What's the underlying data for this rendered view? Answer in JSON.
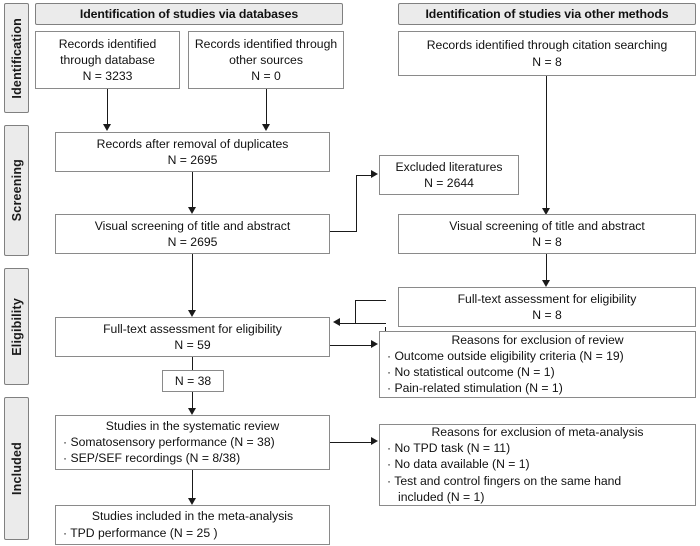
{
  "diagram": {
    "title": "PRISMA study selection flow diagram",
    "colors": {
      "stage_fill": "#ebebeb",
      "stage_border": "#808080",
      "box_border": "#8a8a8a",
      "text": "#111111",
      "connector": "#1a1a1a",
      "background": "#ffffff"
    }
  },
  "stages": [
    {
      "id": "identification",
      "label": "Identification"
    },
    {
      "id": "screening",
      "label": "Screening"
    },
    {
      "id": "eligibility",
      "label": "Eligibility"
    },
    {
      "id": "included",
      "label": "Included"
    }
  ],
  "headers": {
    "databases": "Identification of studies via databases",
    "other_methods": "Identification of studies via other methods"
  },
  "boxes": {
    "records_database": {
      "line1": "Records identified",
      "line2": "through database",
      "line3": "N = 3233"
    },
    "records_other_sources": {
      "line1": "Records identified through",
      "line2": "other sources",
      "line3": "N = 0"
    },
    "records_citation": {
      "line1": "Records identified through citation searching",
      "line2": "N = 8"
    },
    "duplicates_removed": {
      "line1": "Records after removal of duplicates",
      "line2": "N = 2695"
    },
    "visual_screening_left": {
      "line1": "Visual screening of title and abstract",
      "line2": "N = 2695"
    },
    "excluded_literatures": {
      "line1": "Excluded literatures",
      "line2": "N = 2644"
    },
    "visual_screening_right": {
      "line1": "Visual screening of title and abstract",
      "line2": "N = 8"
    },
    "fulltext_left": {
      "line1": "Full-text assessment for eligibility",
      "line2": "N = 59"
    },
    "fulltext_right": {
      "line1": "Full-text assessment for eligibility",
      "line2": "N = 8"
    },
    "merge_count": {
      "line1": "N = 38"
    },
    "reasons_review": {
      "title": "Reasons for exclusion of review",
      "bullets": [
        "· Outcome outside eligibility criteria (N = 19)",
        "· No statistical outcome (N = 1)",
        "· Pain-related stimulation (N = 1)"
      ]
    },
    "systematic_review": {
      "title": "Studies in the systematic review",
      "bullets": [
        "· Somatosensory performance (N = 38)",
        "· SEP/SEF recordings (N = 8/38)"
      ]
    },
    "reasons_meta": {
      "title": "Reasons for exclusion of meta-analysis",
      "bullets": [
        "· No TPD task (N = 11)",
        "· No data available (N = 1)",
        "· Test and control fingers on the same hand"
      ],
      "continuation": "included (N = 1)"
    },
    "meta_analysis": {
      "title": "Studies included in the meta-analysis",
      "bullets": [
        "· TPD performance (N = 25 )"
      ]
    }
  }
}
